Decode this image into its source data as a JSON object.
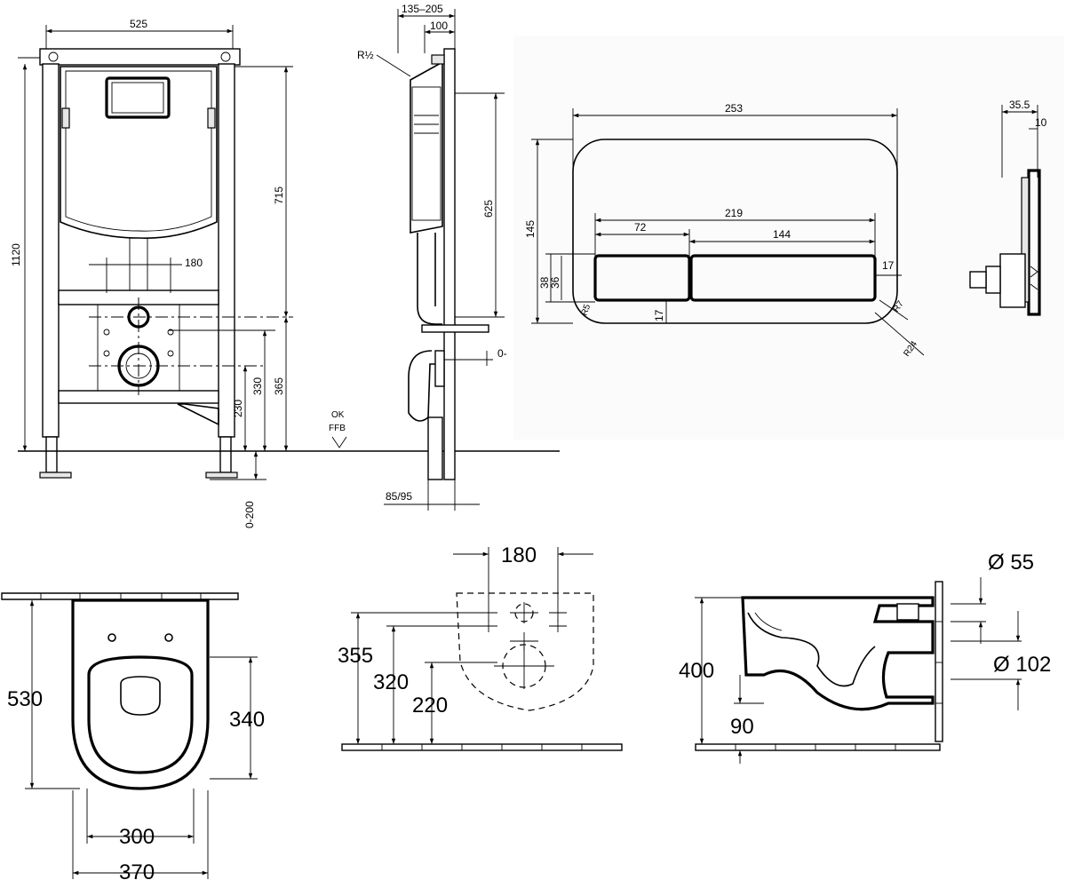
{
  "frame_front": {
    "width": "525",
    "height": "1120",
    "tank_height": "715",
    "center": "180",
    "h365": "365",
    "h330": "330",
    "h230": "230",
    "adjust": "0-200",
    "floor_mark_ok": "OK",
    "floor_mark_ffb": "FFB"
  },
  "frame_side": {
    "depth": "135–205",
    "depth_inner": "100",
    "thread": "R½",
    "h625": "625",
    "offset": "0-",
    "foot": "85/95"
  },
  "flush_plate": {
    "width": "253",
    "height": "145",
    "buttons_width": "219",
    "small_button": "72",
    "large_button": "144",
    "h38": "38",
    "h36": "36",
    "v17_right": "17",
    "v17_bottom": "17",
    "r5": "R5",
    "r7": "R7",
    "r24": "R24",
    "depth": "35.5",
    "depth_inner": "10"
  },
  "bowl_top": {
    "length": "530",
    "seat": "340",
    "width_inner": "300",
    "width_outer": "370"
  },
  "bowl_wall": {
    "spacing": "180",
    "h355": "355",
    "h320": "320",
    "h220": "220"
  },
  "bowl_side": {
    "height": "400",
    "offset": "90",
    "d55": "Ø 55",
    "d102": "Ø 102"
  }
}
